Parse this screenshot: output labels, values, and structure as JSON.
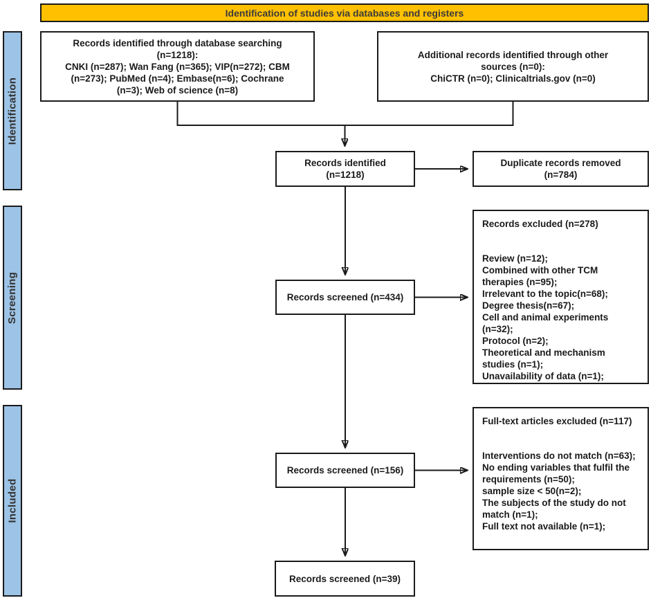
{
  "banner": {
    "title": "Identification of studies via databases and registers"
  },
  "colors": {
    "banner_bg": "#FFC000",
    "sidebar_bg": "#9DC3E6",
    "border": "#1A1A1A",
    "text": "#1F1F1F"
  },
  "sidebar": {
    "stages": [
      {
        "label": "Identification"
      },
      {
        "label": "Screening"
      },
      {
        "label": "Included"
      }
    ]
  },
  "boxes": {
    "db_search": {
      "lines": [
        "Records identified through database searching",
        "(n=1218):",
        "CNKI (n=287); Wan Fang (n=365); VIP(n=272); CBM",
        "(n=273); PubMed (n=4); Embase(n=6); Cochrane",
        "(n=3); Web of science (n=8)"
      ]
    },
    "other_sources": {
      "lines": [
        "Additional records identified through other",
        "sources (n=0):",
        "ChiCTR (n=0); Clinicaltrials.gov (n=0)"
      ]
    },
    "records_identified": {
      "lines": [
        "Records identified",
        "(n=1218)"
      ]
    },
    "duplicates_removed": {
      "lines": [
        "Duplicate records removed",
        "(n=784)"
      ]
    },
    "records_screened_434": {
      "label": "Records screened (n=434)"
    },
    "records_excluded": {
      "title": "Records excluded (n=278)",
      "items": [
        "Review (n=12);",
        "Combined with other TCM therapies (n=95);",
        "Irrelevant to the topic(n=68);",
        "Degree thesis(n=67);",
        "Cell and animal experiments (n=32);",
        "Protocol (n=2);",
        "Theoretical and mechanism studies (n=1);",
        "Unavailability of data (n=1);"
      ]
    },
    "records_screened_156": {
      "label": "Records screened (n=156)"
    },
    "fulltext_excluded": {
      "title": "Full-text articles excluded (n=117)",
      "items": [
        "Interventions do not match (n=63);",
        "No ending variables that fulfil the requirements (n=50);",
        "sample size < 50(n=2);",
        "The subjects of the study do not match (n=1);",
        "Full text not available (n=1);"
      ]
    },
    "records_screened_39": {
      "label": "Records screened (n=39)"
    }
  }
}
